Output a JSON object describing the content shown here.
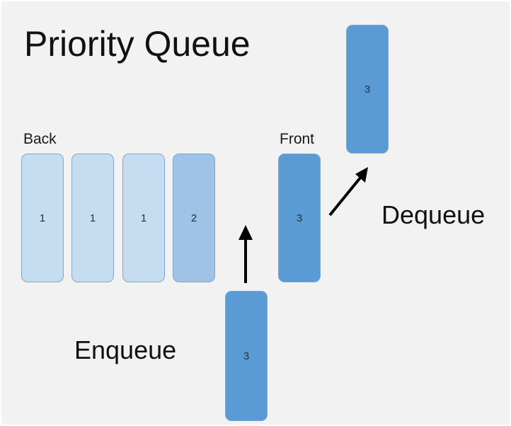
{
  "title": "Priority Queue",
  "labels": {
    "back": "Back",
    "front": "Front",
    "enqueue": "Enqueue",
    "dequeue": "Dequeue"
  },
  "queue": [
    {
      "priority": "1",
      "color": "#c6dcf0"
    },
    {
      "priority": "1",
      "color": "#c6dcf0"
    },
    {
      "priority": "1",
      "color": "#c6dcf0"
    },
    {
      "priority": "2",
      "color": "#9fc3e6"
    },
    {
      "priority": "3",
      "color": "#5b9bd5"
    }
  ],
  "enqueue_item": {
    "priority": "3",
    "color": "#5b9bd5"
  },
  "dequeue_item": {
    "priority": "3",
    "color": "#5b9bd5"
  }
}
